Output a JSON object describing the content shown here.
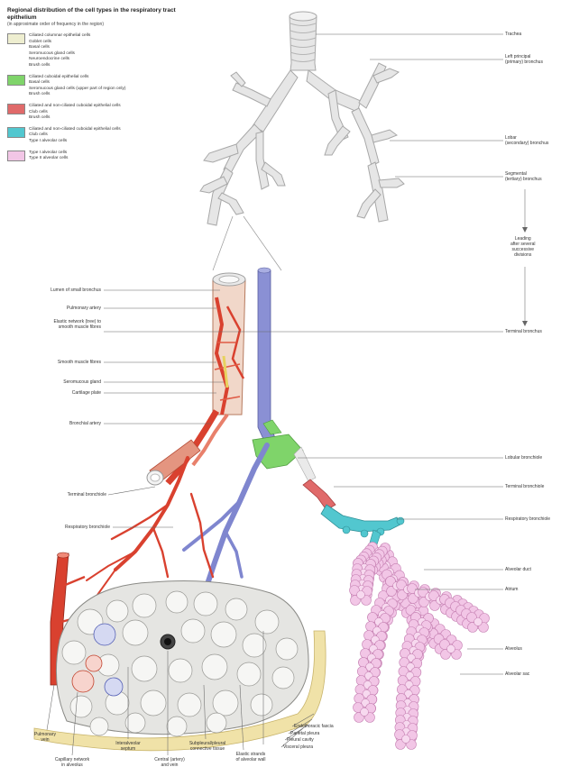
{
  "legend": {
    "title": "Regional distribution of the cell types in the respiratory tract epithelium",
    "subtitle": "(in approximate order of frequency in the region)",
    "items": [
      {
        "color": "#eeeed0",
        "lines": [
          "Ciliated columnar epithelial cells",
          "Goblet cells",
          "Basal cells",
          "Seromucous gland cells",
          "Neuroendocrine cells",
          "Brush cells"
        ]
      },
      {
        "color": "#7fd46a",
        "lines": [
          "Ciliated cuboidal epithelial cells",
          "Basal cells",
          "Seromucous gland cells (upper part of region only)",
          "Brush cells"
        ]
      },
      {
        "color": "#e06a6a",
        "lines": [
          "Ciliated and non-ciliated cuboidal epithelial cells",
          "Club cells",
          "Brush cells"
        ]
      },
      {
        "color": "#52c7cf",
        "lines": [
          "Ciliated and non-ciliated cuboidal epithelial cells",
          "Club cells",
          "Type I alveolar cells"
        ]
      },
      {
        "color": "#f2c6e6",
        "lines": [
          "Type I alveolar cells",
          "Type II alveolar cells"
        ]
      }
    ]
  },
  "labels": {
    "trachea": "Trachea",
    "left_main_bronchus": "Left principal\n(primary) bronchus",
    "lobar_bronchus": "Lobar\n(secondary) bronchus",
    "segmental_bronchus": "Segmental\n(tertiary) bronchus",
    "after_divisions": "Leading\nafter several\nsuccessive\ndivisions",
    "lumen": "Lumen of small bronchus",
    "pulmonary_artery": "Pulmonary artery",
    "elastic_network": "Elastic network (tree) to\nsmooth muscle fibres",
    "smooth_muscle": "Smooth muscle fibres",
    "seromucous_gland": "Seromucous gland",
    "cartilage_plate": "Cartilage plate",
    "bronchial_artery": "Bronchial artery",
    "terminal_bronchiole_left": "Terminal bronchiole",
    "respiratory_bronchiole_left": "Respiratory bronchiole",
    "terminal_bronchus": "Terminal bronchus",
    "lobular_bronchiole": "Lobular bronchiole",
    "terminal_bronchiole_right": "Terminal bronchiole",
    "respiratory_bronchiole_right": "Respiratory bronchiole",
    "alveolar_duct": "Alveolar duct",
    "atrium": "Atrium",
    "alveolus": "Alveolus",
    "alveolar_sac": "Alveolar sac",
    "pulmonary_vein": "Pulmonary\nvein",
    "capillary_network": "Capillary network\nin alveolus",
    "interalveolar_septum": "Interalveolar\nseptum",
    "central_artery": "Central (artery)\nand vein",
    "subpleural_tissue": "Subpleural/pleural\nconnective tissue",
    "elastic_strands": "Elastic strands\nof alveolar wall",
    "visceral_pleura": "Visceral pleura",
    "pleural_cavity": "Pleural cavity",
    "parietal_pleura": "Parietal pleura",
    "endothoracic_fascia": "Endothoracic fascia"
  },
  "colors": {
    "trachea": "#e6e6e6",
    "artery": "#d9412f",
    "vein": "#8a90d4",
    "lobular": "#7fd46a",
    "terminal": "#e06a6a",
    "respiratory": "#52c7cf",
    "alveoli": "#f2c6e6",
    "pleura": "#f0e2a8"
  }
}
